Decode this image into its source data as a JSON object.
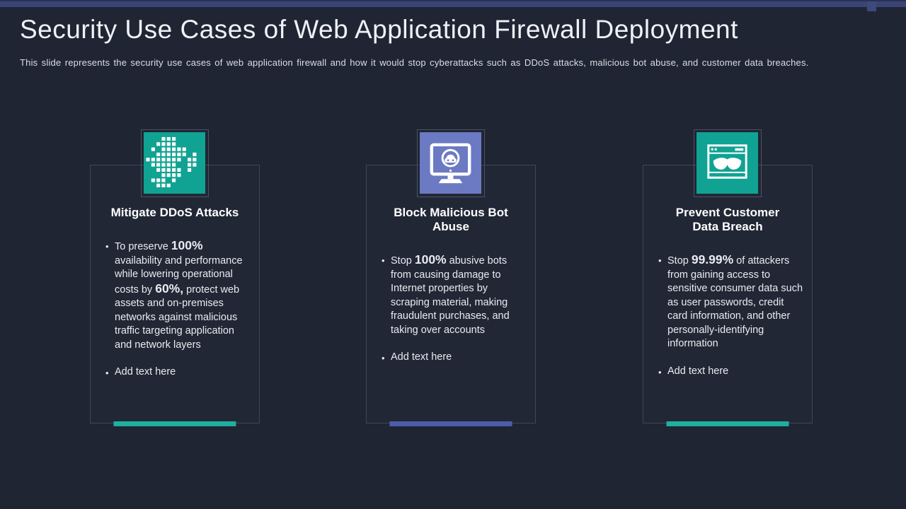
{
  "slide": {
    "title": "Security Use Cases of Web Application Firewall Deployment",
    "subtitle": "This slide represents the security use cases of web application firewall and how it would stop cyberattacks such as DDoS attacks, malicious bot abuse, and customer data breaches.",
    "colors": {
      "background": "#1f2533",
      "top_bar": "#3a4475",
      "teal": "#10a292",
      "periwinkle": "#6b7ac2",
      "teal_bar": "#1faf9e",
      "blue_bar": "#4c5dab"
    }
  },
  "cards": [
    {
      "id": "mitigate-ddos",
      "icon": "ddos-pixel-burst-icon",
      "title": "Mitigate DDoS Attacks",
      "bullets": [
        {
          "parts": [
            {
              "text": "To preserve ",
              "bold": false
            },
            {
              "text": "100%",
              "bold": true
            },
            {
              "text": " availability and performance while lowering operational costs by ",
              "bold": false
            },
            {
              "text": "60%,",
              "bold": true
            },
            {
              "text": " protect web assets and on-premises networks against malicious traffic targeting application and network layers",
              "bold": false
            }
          ]
        },
        {
          "text": "Add text here"
        }
      ]
    },
    {
      "id": "block-malicious-bot-abuse",
      "icon": "bot-monitor-icon",
      "title": "Block Malicious Bot Abuse",
      "bullets": [
        {
          "parts": [
            {
              "text": "Stop ",
              "bold": false
            },
            {
              "text": "100%",
              "bold": true
            },
            {
              "text": " abusive bots from causing damage to Internet  properties by scraping material, making fraudulent purchases, and taking over accounts",
              "bold": false
            }
          ]
        },
        {
          "text": "Add text here"
        }
      ]
    },
    {
      "id": "prevent-customer-data-breach",
      "icon": "masked-browser-icon",
      "title": "Prevent Customer Data Breach",
      "bullets": [
        {
          "parts": [
            {
              "text": "Stop ",
              "bold": false
            },
            {
              "text": "99.99%",
              "bold": true
            },
            {
              "text": " of attackers from gaining access to sensitive consumer data such as user passwords, credit card information, and other personally-identifying information",
              "bold": false
            }
          ]
        },
        {
          "text": "Add text here"
        }
      ]
    }
  ]
}
